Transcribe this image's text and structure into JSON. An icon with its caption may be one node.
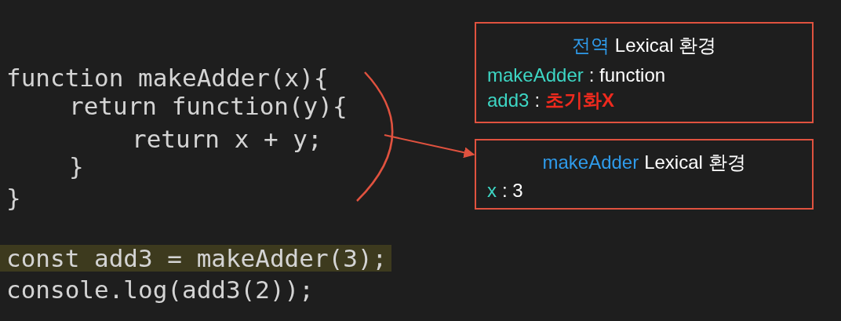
{
  "diagram": {
    "nodes": [
      {
        "text": [
          "전역",
          "Lexical 환경",
          "makeAdder",
          ": function",
          "add3",
          ":",
          "초기화X"
        ]
      },
      {
        "text": [
          "makeAdder",
          "Lexical 환경",
          "x",
          ": 3"
        ]
      },
      {
        "text": [],
        "shape": "arc"
      }
    ],
    "edges": [
      {
        "from": 2,
        "to": 1,
        "arrow": "to"
      }
    ],
    "labels": [
      "function makeAdder(x){",
      "return function(y){",
      "return x + y;",
      "}",
      "}",
      "const add3 = makeAdder(3);",
      "console.log(add3(2));"
    ]
  }
}
